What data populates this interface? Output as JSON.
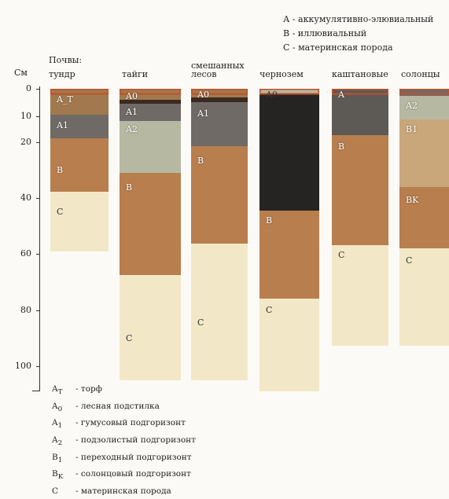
{
  "legend_top": [
    "А - аккумулятивно-элювиальный",
    "В - иллювиальный",
    "С - материнская порода"
  ],
  "soils_title": "Почвы:",
  "axis_unit": "См",
  "depth_ticks": [
    "0",
    "10",
    "20",
    "40",
    "60",
    "80",
    "100"
  ],
  "columns": [
    {
      "label": [
        "тундр"
      ]
    },
    {
      "label": [
        "тайги"
      ]
    },
    {
      "label": [
        "смешанных",
        "лесов"
      ]
    },
    {
      "label": [
        "чернозем"
      ]
    },
    {
      "label": [
        "каштановые"
      ]
    },
    {
      "label": [
        "солонцы"
      ]
    }
  ],
  "horizon_labels": [
    [
      "A_T",
      "A1",
      "B",
      "C"
    ],
    [
      "A0",
      "A1",
      "A2",
      "B",
      "C"
    ],
    [
      "A0",
      "A1",
      "B",
      "C"
    ],
    [
      "A0",
      "B",
      "C"
    ],
    [
      "A",
      "B",
      "C"
    ],
    [
      "A2",
      "B1",
      "BK",
      "C"
    ]
  ],
  "legend_bottom": [
    {
      "code": "A_T",
      "text": "- торф"
    },
    {
      "code": "A0",
      "text": "- лесная подстилка"
    },
    {
      "code": "A1",
      "text": "- гумусовый подгоризонт"
    },
    {
      "code": "A2",
      "text": "- подзолистый подгоризонт"
    },
    {
      "code": "B1",
      "text": "- переходный подгоризонт"
    },
    {
      "code": "BK",
      "text": "- солонцовый подгоризонт"
    },
    {
      "code": "C",
      "text": "- материнская порода"
    }
  ],
  "colors": {
    "frame": "#c0502a",
    "peat": "#a2794e",
    "litter": "#3a2a22",
    "humus": "#6f6a66",
    "podzol": "#b6b8a2",
    "illuvial": "#b87e4d",
    "parent": "#f2e8c8",
    "chernozem": "#262422",
    "chestnut_A": "#5d5a56",
    "solonetz_B": "#c9a77a"
  }
}
